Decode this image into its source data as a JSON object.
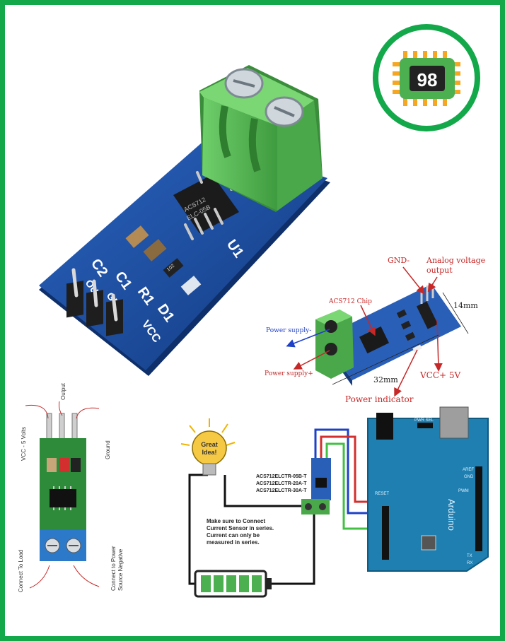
{
  "logo": {
    "number": "98",
    "ring_color": "#13a84a",
    "chip_color": "#4caf50",
    "pin_color": "#f5a623"
  },
  "module_photo": {
    "chip_text": [
      "ACS712",
      "ELC-05B"
    ],
    "silk_labels": {
      "u1": "U1",
      "c2": "C2",
      "c1": "C1",
      "r1": "R1",
      "d1": "D1",
      "out": "OUT",
      "gnd": "GND",
      "vcc": "VCC",
      "r1_marking": "102"
    },
    "board_color": "#1a4fa0",
    "terminal_color": "#5cb85c"
  },
  "labeled_module": {
    "gnd": "GND-",
    "analog": [
      "Analog voltage",
      "output"
    ],
    "chip": "ACS712 Chip",
    "power_minus": "Power supply-",
    "power_plus": "Power supply+",
    "width": "14mm",
    "length": "32mm",
    "vcc": "VCC+ 5V",
    "indicator": "Power indicator"
  },
  "pinout": {
    "output": "Output",
    "vcc": "VCC - 5 Volts",
    "ground": "Ground",
    "load": "Connect To Load",
    "source": [
      "Connect to Power",
      "Source Negative"
    ]
  },
  "circuit": {
    "bulb_text": [
      "Great",
      "Idea!"
    ],
    "models": [
      "ACS712ELCTR-05B-T",
      "ACS712ELCTR-20A-T",
      "ACS712ELCTR-30A-T"
    ],
    "note": [
      "Make sure to Connect",
      "Current Sensor in series.",
      "Current can only be",
      "measured in series."
    ],
    "arduino_label": "Arduino",
    "reset": "RESET",
    "aref": "AREF",
    "gnd": "GND",
    "pwr_sel": "PWR SEL",
    "tx": "TX",
    "rx": "RX",
    "pwm": "PWM"
  }
}
